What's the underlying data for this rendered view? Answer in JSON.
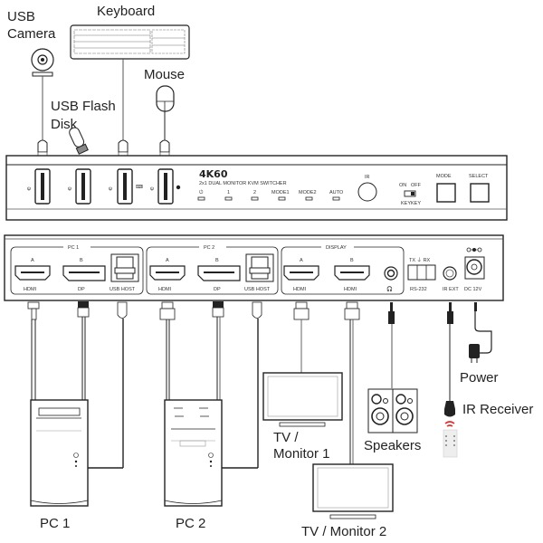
{
  "peripherals": {
    "usb_camera": "USB\nCamera",
    "usb_camera_line1": "USB",
    "usb_camera_line2": "Camera",
    "keyboard": "Keyboard",
    "mouse": "Mouse",
    "usb_flash_line1": "USB Flash",
    "usb_flash_line2": "Disk"
  },
  "front_panel": {
    "brand": "4K60",
    "model": "2x1 DUAL MONITOR KVM SWITCHER",
    "leds": [
      "⏻",
      "1",
      "2",
      "MODE1",
      "MODE2",
      "AUTO"
    ],
    "ir_label": "IR",
    "switch_labels": [
      "ON",
      "OFF"
    ],
    "switch_caption": "KEYKEY",
    "mode_button": "MODE",
    "select_button": "SELECT"
  },
  "rear_panel": {
    "groups": [
      {
        "title": "PC 1",
        "ports": [
          {
            "top": "A",
            "bottom": "HDMI"
          },
          {
            "top": "B",
            "bottom": "DP"
          },
          {
            "top": "",
            "bottom": "USB HOST"
          }
        ]
      },
      {
        "title": "PC 2",
        "ports": [
          {
            "top": "A",
            "bottom": "HDMI"
          },
          {
            "top": "B",
            "bottom": "DP"
          },
          {
            "top": "",
            "bottom": "USB HOST"
          }
        ]
      },
      {
        "title": "DISPLAY",
        "ports": [
          {
            "top": "A",
            "bottom": "HDMI"
          },
          {
            "top": "B",
            "bottom": "HDMI"
          },
          {
            "top": "",
            "bottom": "🎧"
          }
        ]
      }
    ],
    "rs232_pins": "TX ⏚ RX",
    "rs232_label": "RS-232",
    "ir_ext_label": "IR EXT",
    "dc_label": "DC 12V"
  },
  "devices": {
    "pc1": "PC 1",
    "pc2": "PC 2",
    "monitor1_line1": "TV /",
    "monitor1_line2": "Monitor 1",
    "monitor2": "TV / Monitor 2",
    "speakers": "Speakers",
    "power": "Power",
    "ir_receiver": "IR Receiver"
  },
  "colors": {
    "line": "#222222",
    "ir_signal": "#e03030",
    "flash_cap": "#888888"
  }
}
